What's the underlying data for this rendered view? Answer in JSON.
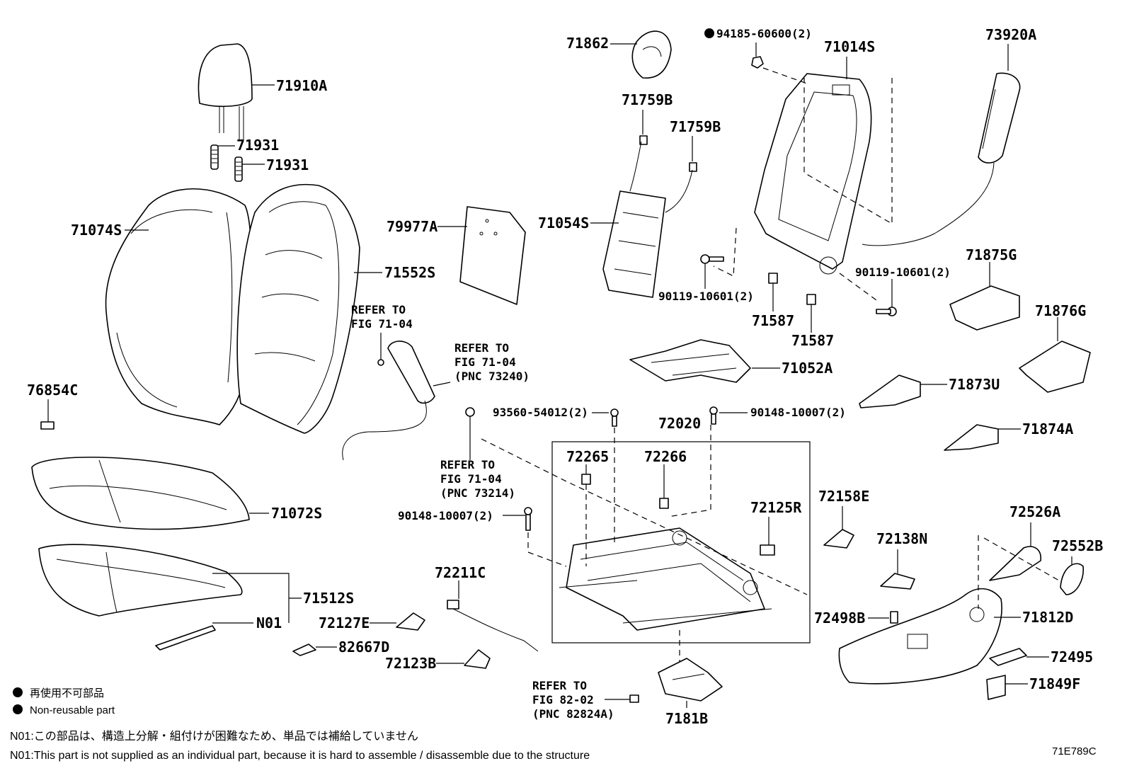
{
  "parts": {
    "p71910A": "71910A",
    "p71931_1": "71931",
    "p71931_2": "71931",
    "p71074S": "71074S",
    "p71552S": "71552S",
    "p79977A": "79977A",
    "p71862": "71862",
    "p94185": "94185-60600(2)",
    "p71014S": "71014S",
    "p73920A": "73920A",
    "p71759B_1": "71759B",
    "p71759B_2": "71759B",
    "p71054S": "71054S",
    "p90119_1": "90119-10601(2)",
    "p90119_2": "90119-10601(2)",
    "p71587_1": "71587",
    "p71587_2": "71587",
    "p71875G": "71875G",
    "p71876G": "71876G",
    "p71052A": "71052A",
    "p71873U": "71873U",
    "p71874A": "71874A",
    "p76854C": "76854C",
    "p71072S": "71072S",
    "p71512S": "71512S",
    "pN01": "N01",
    "p82667D": "82667D",
    "p72127E": "72127E",
    "p72123B": "72123B",
    "p72211C": "72211C",
    "p93560": "93560-54012(2)",
    "p90148_1": "90148-10007(2)",
    "p90148_2": "90148-10007(2)",
    "p72020": "72020",
    "p72265": "72265",
    "p72266": "72266",
    "p72125R": "72125R",
    "p72158E": "72158E",
    "p72138N": "72138N",
    "p72498B": "72498B",
    "p72526A": "72526A",
    "p72552B": "72552B",
    "p71812D": "71812D",
    "p72495": "72495",
    "p71849F": "71849F",
    "p7181B": "7181B"
  },
  "refs": {
    "r1": [
      "REFER TO",
      "FIG 71-04"
    ],
    "r2": [
      "REFER TO",
      "FIG 71-04",
      "(PNC 73240)"
    ],
    "r3": [
      "REFER TO",
      "FIG 71-04",
      "(PNC 73214)"
    ],
    "r4": [
      "REFER TO",
      "FIG 82-02",
      "(PNC 82824A)"
    ]
  },
  "legend": {
    "jp": "再使用不可部品",
    "en": "Non-reusable part"
  },
  "notes": {
    "jp": "N01:この部品は、構造上分解・組付けが困難なため、単品では補給していません",
    "en": "N01:This part is not supplied as an individual part, because it is hard to assemble / disassemble due to the structure"
  },
  "figure_id": "71E789C"
}
